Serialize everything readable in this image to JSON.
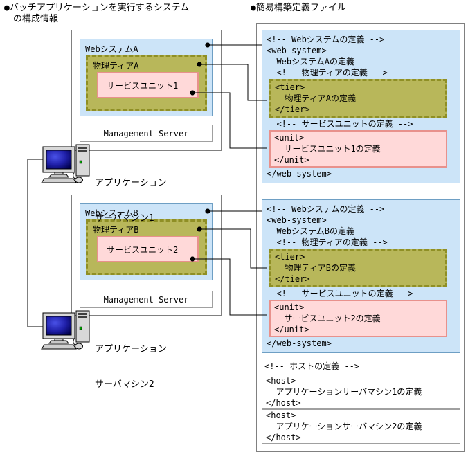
{
  "left_panel": {
    "title_line1": "●バッチアプリケーションを実行するシステム",
    "title_line2": "の構成情報",
    "systems": [
      {
        "web_system_label": "WebシステムA",
        "tier_label": "物理ティアA",
        "unit_label": "サービスユニット1",
        "management_server_label": "Management Server",
        "machine_label_line1": "アプリケーション",
        "machine_label_line2": "サーバマシン1"
      },
      {
        "web_system_label": "WebシステムB",
        "tier_label": "物理ティアB",
        "unit_label": "サービスユニット2",
        "management_server_label": "Management Server",
        "machine_label_line1": "アプリケーション",
        "machine_label_line2": "サーバマシン2"
      }
    ]
  },
  "right_panel": {
    "title": "●簡易構築定義ファイル",
    "web_system_blocks": [
      {
        "comment_web_system": "<!-- Webシステムの定義 -->",
        "web_system_open": "<web-system>",
        "web_system_def": "  WebシステムAの定義",
        "comment_tier": "  <!-- 物理ティアの定義 -->",
        "tier_open": "<tier>",
        "tier_def": "  物理ティアAの定義",
        "tier_close": "</tier>",
        "comment_unit": "  <!-- サービスユニットの定義 -->",
        "unit_open": "<unit>",
        "unit_def": "  サービスユニット1の定義",
        "unit_close": "</unit>",
        "web_system_close": "</web-system>"
      },
      {
        "comment_web_system": "<!-- Webシステムの定義 -->",
        "web_system_open": "<web-system>",
        "web_system_def": "  WebシステムBの定義",
        "comment_tier": "  <!-- 物理ティアの定義 -->",
        "tier_open": "<tier>",
        "tier_def": "  物理ティアBの定義",
        "tier_close": "</tier>",
        "comment_unit": "  <!-- サービスユニットの定義 -->",
        "unit_open": "<unit>",
        "unit_def": "  サービスユニット2の定義",
        "unit_close": "</unit>",
        "web_system_close": "</web-system>"
      }
    ],
    "host_section": {
      "comment_host": "<!-- ホストの定義 -->",
      "hosts": [
        {
          "host_open": "<host>",
          "host_def": "  アプリケーションサーバマシン1の定義",
          "host_close": "</host>"
        },
        {
          "host_open": "<host>",
          "host_def": "  アプリケーションサーバマシン2の定義",
          "host_close": "</host>"
        }
      ]
    }
  },
  "colors": {
    "web_system_fill": "#cce4f8",
    "web_system_border": "#6e9fc4",
    "tier_fill": "#b8b75a",
    "tier_border": "#8f8f25",
    "unit_fill": "#ffd9d9",
    "unit_border": "#e8918c",
    "box_border": "#808080",
    "connector": "#000000"
  }
}
